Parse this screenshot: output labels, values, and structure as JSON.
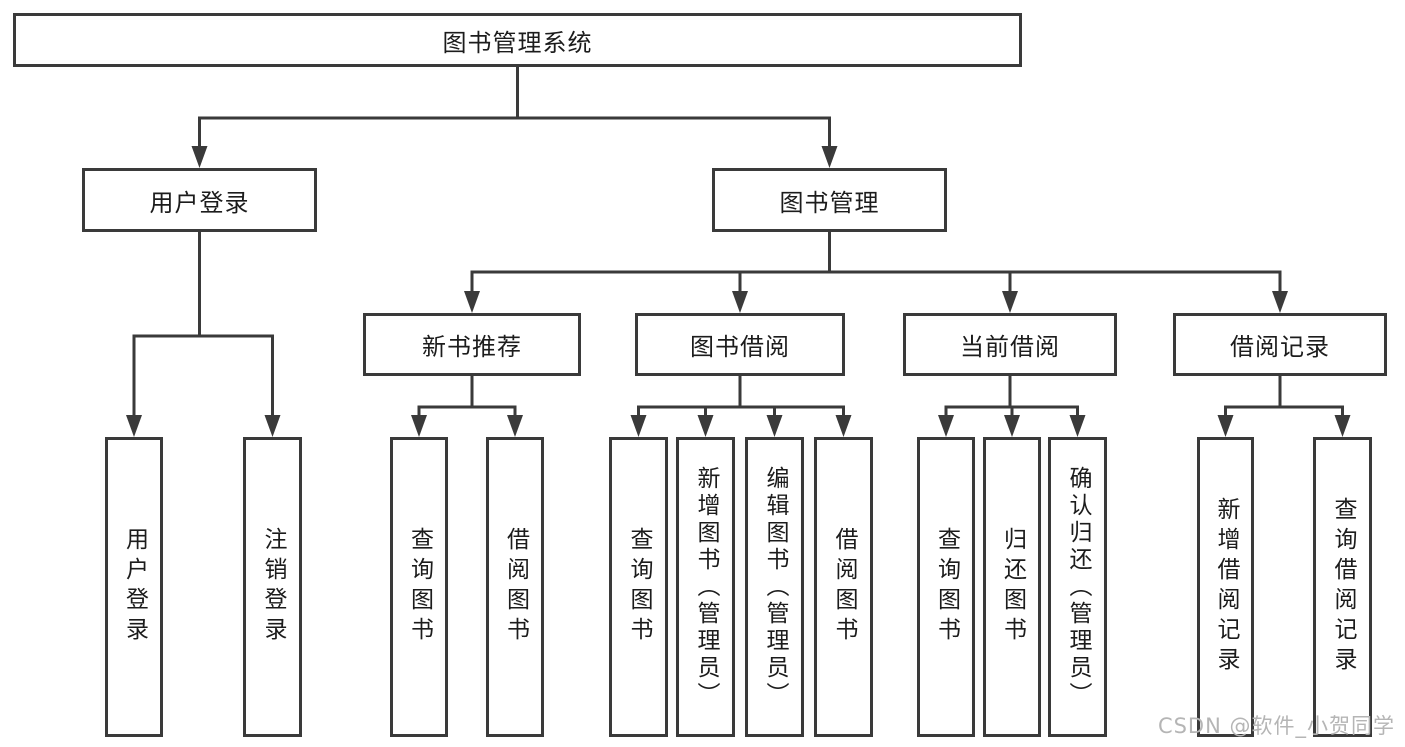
{
  "nodes": {
    "root": {
      "label": "图书管理系统"
    },
    "user_login": {
      "label": "用户登录"
    },
    "book_mgmt": {
      "label": "图书管理"
    },
    "new_book_rec": {
      "label": "新书推荐"
    },
    "book_borrow": {
      "label": "图书借阅"
    },
    "current_borrow": {
      "label": "当前借阅"
    },
    "borrow_records": {
      "label": "借阅记录"
    },
    "ul_login": {
      "label": "用户登录"
    },
    "ul_logout": {
      "label": "注销登录"
    },
    "nbr_query_book": {
      "label": "查询图书"
    },
    "nbr_borrow_book": {
      "label": "借阅图书"
    },
    "bb_query_book": {
      "label": "查询图书"
    },
    "bb_add_book": {
      "label": "新增图书（管理员）"
    },
    "bb_edit_book": {
      "label": "编辑图书（管理员）"
    },
    "bb_borrow_book": {
      "label": "借阅图书"
    },
    "cb_query_book": {
      "label": "查询图书"
    },
    "cb_return_book": {
      "label": "归还图书"
    },
    "cb_confirm_return": {
      "label": "确认归还（管理员）"
    },
    "br_add_record": {
      "label": "新增借阅记录"
    },
    "br_query_record": {
      "label": "查询借阅记录"
    }
  },
  "watermark": {
    "text": "CSDN @软件_小贺同学"
  },
  "colors": {
    "line": "#3a3a3a",
    "text": "#1c1c1c",
    "box_background": "#ffffff",
    "watermark": "#b5b5b5",
    "background": "#ffffff"
  }
}
